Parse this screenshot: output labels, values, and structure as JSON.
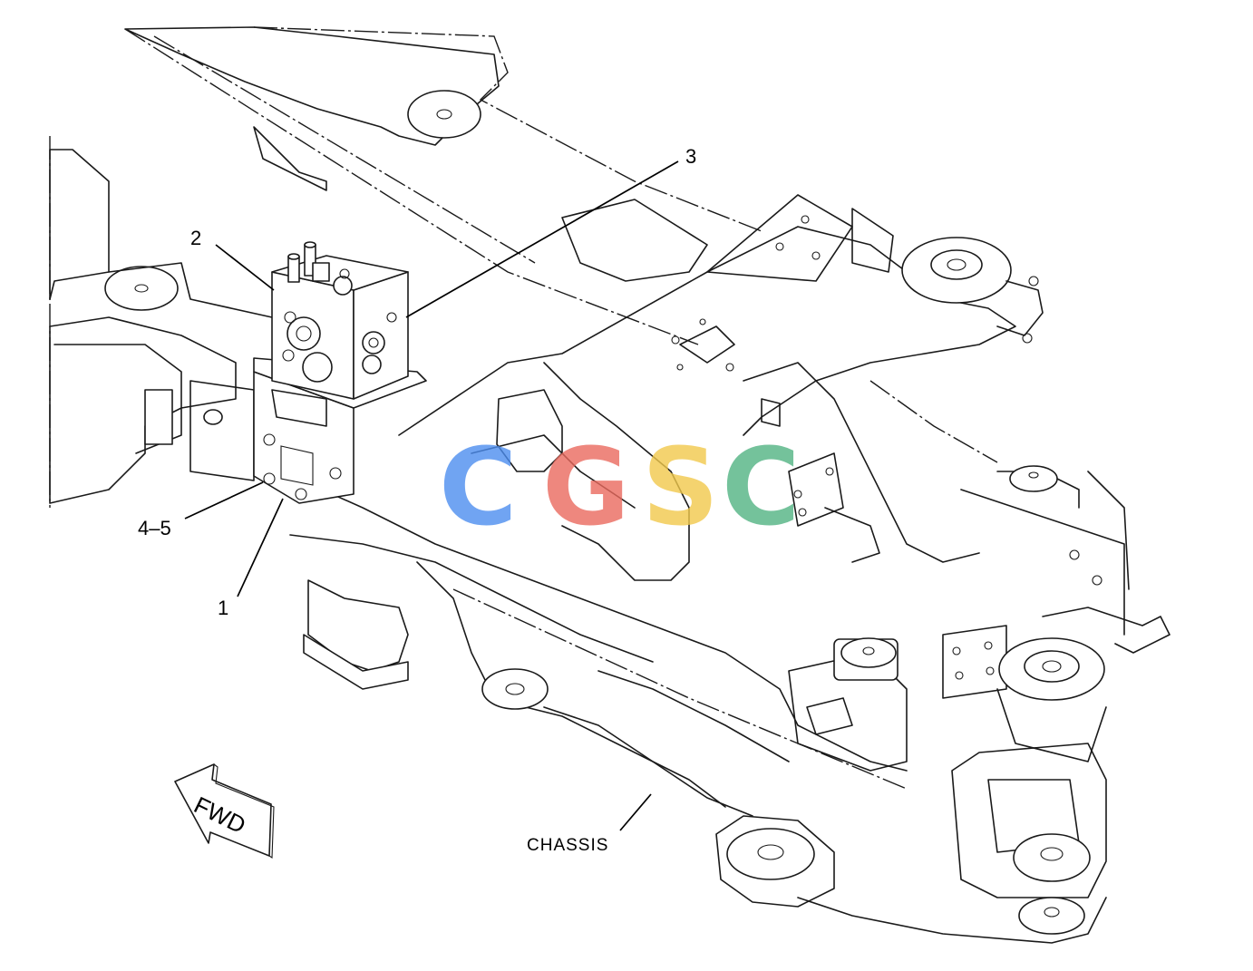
{
  "callouts": {
    "c1": "1",
    "c2": "2",
    "c3": "3",
    "c45": "4–5"
  },
  "labels": {
    "chassis": "CHASSIS",
    "fwd": "FWD"
  },
  "watermark": {
    "letters": [
      "C",
      "G",
      "S",
      "C"
    ],
    "colors": [
      "#4d8ef0",
      "#ea6a5e",
      "#f2c94c",
      "#52b383"
    ]
  }
}
